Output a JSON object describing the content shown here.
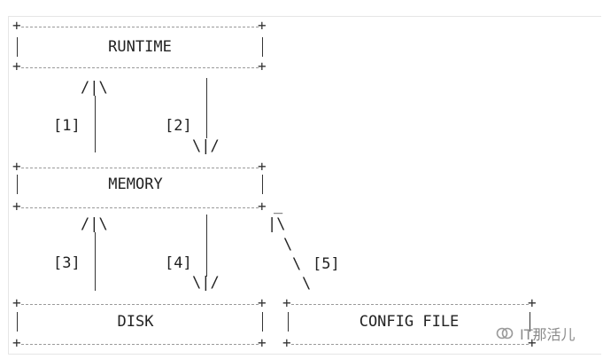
{
  "boxes": {
    "runtime": "RUNTIME",
    "memory": "MEMORY",
    "disk": "DISK",
    "config": "CONFIG FILE"
  },
  "arrows": {
    "a1": "[1]",
    "a2": "[2]",
    "a3": "[3]",
    "a4": "[4]",
    "a5": "[5]"
  },
  "watermark": {
    "text": "IT那活儿",
    "icon": "wechat-channel-icon"
  },
  "colors": {
    "text": "#222222",
    "dash": "#9a9a9a",
    "watermark": "#8a8a8a"
  }
}
